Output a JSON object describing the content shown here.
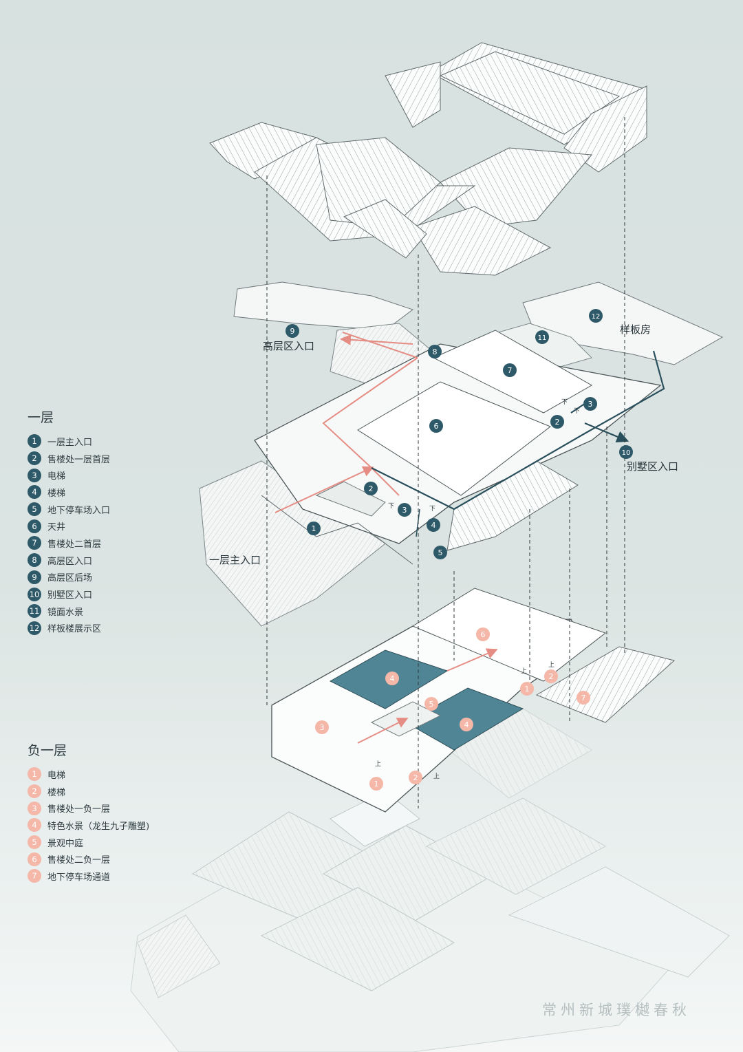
{
  "legend_ground": {
    "title": "一层",
    "items": [
      {
        "num": "1",
        "label": "一层主入口"
      },
      {
        "num": "2",
        "label": "售楼处一层首层"
      },
      {
        "num": "3",
        "label": "电梯"
      },
      {
        "num": "4",
        "label": "楼梯"
      },
      {
        "num": "5",
        "label": "地下停车场入口"
      },
      {
        "num": "6",
        "label": "天井"
      },
      {
        "num": "7",
        "label": "售楼处二首层"
      },
      {
        "num": "8",
        "label": "高层区入口"
      },
      {
        "num": "9",
        "label": "高层区后场"
      },
      {
        "num": "10",
        "label": "别墅区入口"
      },
      {
        "num": "11",
        "label": "镜面水景"
      },
      {
        "num": "12",
        "label": "样板楼展示区"
      }
    ]
  },
  "legend_basement": {
    "title": "负一层",
    "items": [
      {
        "num": "1",
        "label": "电梯"
      },
      {
        "num": "2",
        "label": "楼梯"
      },
      {
        "num": "3",
        "label": "售楼处一负一层"
      },
      {
        "num": "4",
        "label": "特色水景（龙生九子雕塑)"
      },
      {
        "num": "5",
        "label": "景观中庭"
      },
      {
        "num": "6",
        "label": "售楼处二负一层"
      },
      {
        "num": "7",
        "label": "地下停车场通道"
      }
    ]
  },
  "callouts": {
    "high_rise_entrance": "高层区入口",
    "sample_room": "样板房",
    "villa_entrance": "别墅区入口",
    "main_entrance": "一层主入口"
  },
  "markers": {
    "up": "上",
    "down": "下"
  },
  "ground_markers": [
    "1",
    "2",
    "3",
    "4",
    "5",
    "6",
    "7",
    "8",
    "9",
    "10",
    "11",
    "12"
  ],
  "basement_markers": [
    "1",
    "2",
    "1",
    "2",
    "3",
    "4",
    "4",
    "5",
    "6",
    "7"
  ],
  "watermark": "常州新城璞樾春秋",
  "colors": {
    "dark_marker": "#2e5968",
    "pink_marker": "#f4b7a8",
    "pool": "#4f8595",
    "red_path": "#e58d84",
    "dark_path": "#2a4f5c",
    "background": "#d9e3e1"
  }
}
